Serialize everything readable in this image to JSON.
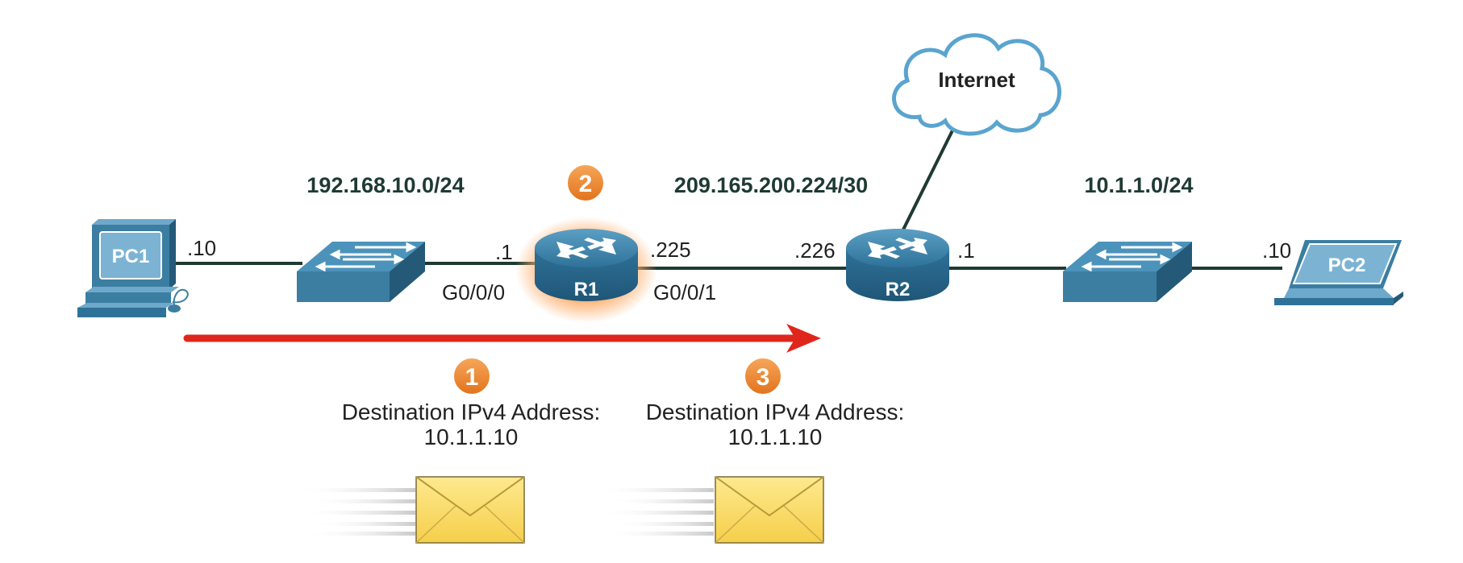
{
  "networks": {
    "lan1": "192.168.10.0/24",
    "wan": "209.165.200.224/30",
    "lan2": "10.1.1.0/24"
  },
  "cloud": {
    "label": "Internet"
  },
  "devices": {
    "pc1": "PC1",
    "pc2": "PC2",
    "r1": "R1",
    "r2": "R2"
  },
  "addresses": {
    "pc1_host": ".10",
    "r1_lan": ".1",
    "r1_wan": ".225",
    "r2_wan": ".226",
    "r2_lan": ".1",
    "pc2_host": ".10"
  },
  "interfaces": {
    "r1_g000": "G0/0/0",
    "r1_g001": "G0/0/1"
  },
  "steps": {
    "one": "1",
    "two": "2",
    "three": "3"
  },
  "packets": [
    {
      "label": "Destination IPv4 Address:",
      "address": "10.1.1.10"
    },
    {
      "label": "Destination IPv4 Address:",
      "address": "10.1.1.10"
    }
  ],
  "colors": {
    "device": "#3b7ea1",
    "device_dark": "#245a78",
    "link": "#1e3a33",
    "arrow": "#e0261b",
    "badge": "#f08a2b",
    "envelope": "#fbe07a",
    "cloud_stroke": "#5aa4cf"
  }
}
